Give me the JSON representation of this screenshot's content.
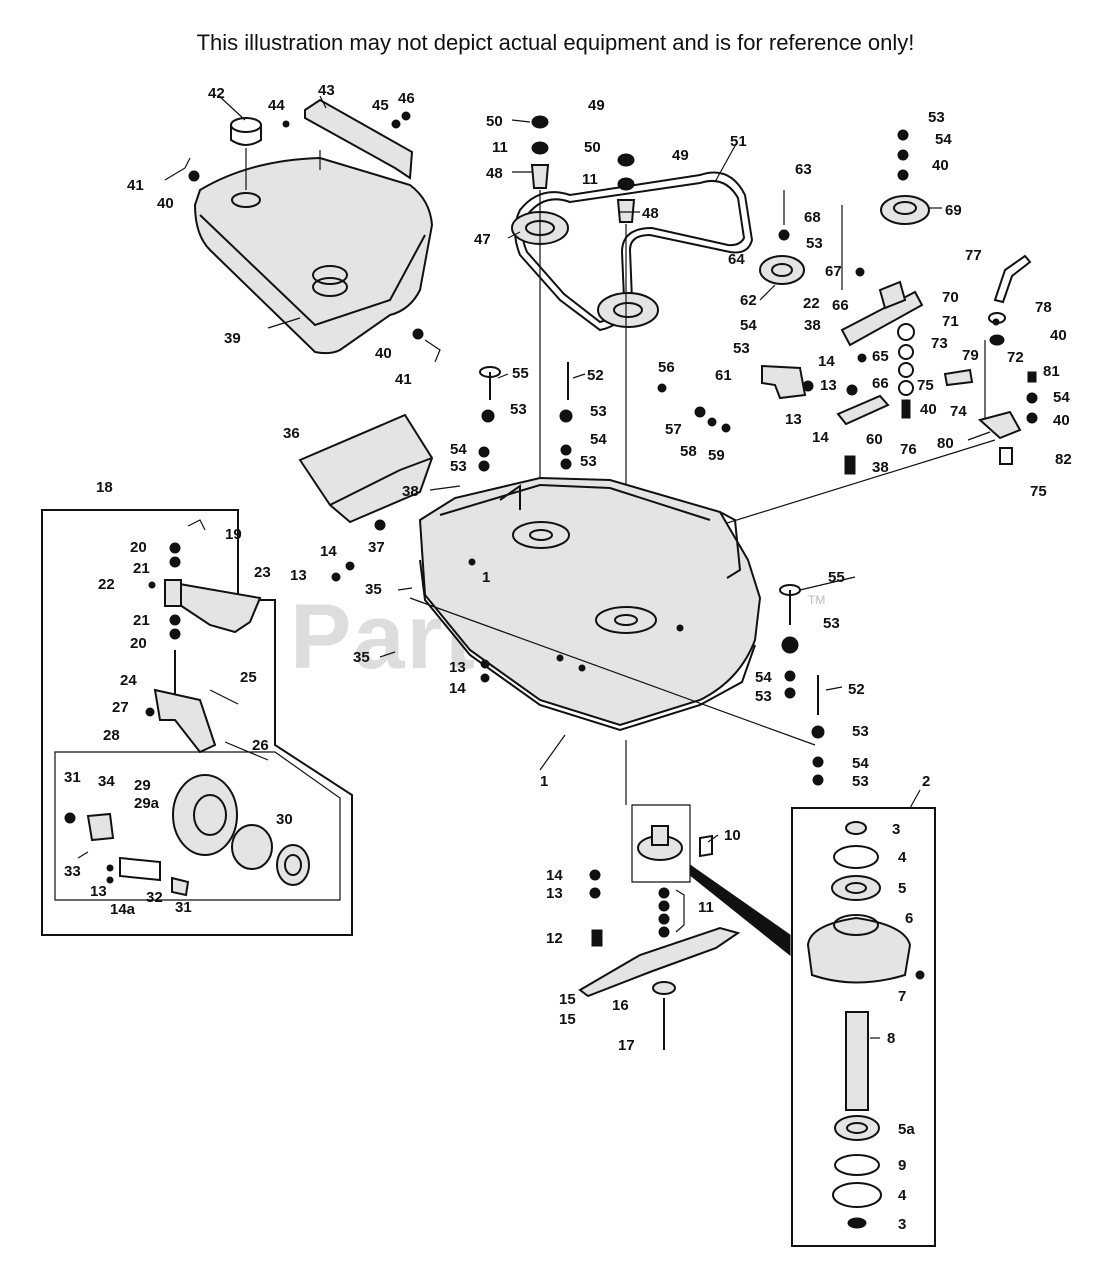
{
  "disclaimer": "This illustration may not depict actual equipment and is for reference only!",
  "watermark": "PartsTree",
  "watermark_mark": "TM",
  "callouts": [
    {
      "id": "c42",
      "text": "42"
    },
    {
      "id": "c43",
      "text": "43"
    },
    {
      "id": "c44",
      "text": "44"
    },
    {
      "id": "c45",
      "text": "45"
    },
    {
      "id": "c46",
      "text": "46"
    },
    {
      "id": "c41a",
      "text": "41"
    },
    {
      "id": "c40a",
      "text": "40"
    },
    {
      "id": "c39",
      "text": "39"
    },
    {
      "id": "c40b",
      "text": "40"
    },
    {
      "id": "c41b",
      "text": "41"
    },
    {
      "id": "c50a",
      "text": "50"
    },
    {
      "id": "c49a",
      "text": "49"
    },
    {
      "id": "c11a",
      "text": "11"
    },
    {
      "id": "c48a",
      "text": "48"
    },
    {
      "id": "c50b",
      "text": "50"
    },
    {
      "id": "c49b",
      "text": "49"
    },
    {
      "id": "c51",
      "text": "51"
    },
    {
      "id": "c11b",
      "text": "11"
    },
    {
      "id": "c48b",
      "text": "48"
    },
    {
      "id": "c47",
      "text": "47"
    },
    {
      "id": "c63",
      "text": "63"
    },
    {
      "id": "c68",
      "text": "68"
    },
    {
      "id": "c53a",
      "text": "53"
    },
    {
      "id": "c64",
      "text": "64"
    },
    {
      "id": "c62",
      "text": "62"
    },
    {
      "id": "c53b",
      "text": "53"
    },
    {
      "id": "c54a",
      "text": "54"
    },
    {
      "id": "c40c",
      "text": "40"
    },
    {
      "id": "c69",
      "text": "69"
    },
    {
      "id": "c67",
      "text": "67"
    },
    {
      "id": "c77",
      "text": "77"
    },
    {
      "id": "c22a",
      "text": "22"
    },
    {
      "id": "c66a",
      "text": "66"
    },
    {
      "id": "c70",
      "text": "70"
    },
    {
      "id": "c78",
      "text": "78"
    },
    {
      "id": "c54b",
      "text": "54"
    },
    {
      "id": "c38a",
      "text": "38"
    },
    {
      "id": "c71",
      "text": "71"
    },
    {
      "id": "c40d",
      "text": "40"
    },
    {
      "id": "c53c",
      "text": "53"
    },
    {
      "id": "c65",
      "text": "65"
    },
    {
      "id": "c73",
      "text": "73"
    },
    {
      "id": "c79",
      "text": "79"
    },
    {
      "id": "c72",
      "text": "72"
    },
    {
      "id": "c81",
      "text": "81"
    },
    {
      "id": "c61",
      "text": "61"
    },
    {
      "id": "c14a",
      "text": "14"
    },
    {
      "id": "c13a",
      "text": "13"
    },
    {
      "id": "c66b",
      "text": "66"
    },
    {
      "id": "c75a",
      "text": "75"
    },
    {
      "id": "c54c",
      "text": "54"
    },
    {
      "id": "c40e",
      "text": "40"
    },
    {
      "id": "c74",
      "text": "74"
    },
    {
      "id": "c40f",
      "text": "40"
    },
    {
      "id": "c13b",
      "text": "13"
    },
    {
      "id": "c14b",
      "text": "14"
    },
    {
      "id": "c60",
      "text": "60"
    },
    {
      "id": "c76",
      "text": "76"
    },
    {
      "id": "c80",
      "text": "80"
    },
    {
      "id": "c82",
      "text": "82"
    },
    {
      "id": "c38b",
      "text": "38"
    },
    {
      "id": "c75b",
      "text": "75"
    },
    {
      "id": "c55a",
      "text": "55"
    },
    {
      "id": "c52a",
      "text": "52"
    },
    {
      "id": "c56",
      "text": "56"
    },
    {
      "id": "c53d",
      "text": "53"
    },
    {
      "id": "c53e",
      "text": "53"
    },
    {
      "id": "c57",
      "text": "57"
    },
    {
      "id": "c54d",
      "text": "54"
    },
    {
      "id": "c58",
      "text": "58"
    },
    {
      "id": "c59",
      "text": "59"
    },
    {
      "id": "c53f",
      "text": "53"
    },
    {
      "id": "c54e",
      "text": "54"
    },
    {
      "id": "c53g",
      "text": "53"
    },
    {
      "id": "c36",
      "text": "36"
    },
    {
      "id": "c38c",
      "text": "38"
    },
    {
      "id": "c37",
      "text": "37"
    },
    {
      "id": "c14c",
      "text": "14"
    },
    {
      "id": "c13c",
      "text": "13"
    },
    {
      "id": "c35a",
      "text": "35"
    },
    {
      "id": "c1a",
      "text": "1"
    },
    {
      "id": "c35b",
      "text": "35"
    },
    {
      "id": "c13d",
      "text": "13"
    },
    {
      "id": "c14d",
      "text": "14"
    },
    {
      "id": "c1b",
      "text": "1"
    },
    {
      "id": "c55b",
      "text": "55"
    },
    {
      "id": "c53h",
      "text": "53"
    },
    {
      "id": "c54f",
      "text": "54"
    },
    {
      "id": "c53i",
      "text": "53"
    },
    {
      "id": "c52b",
      "text": "52"
    },
    {
      "id": "c53j",
      "text": "53"
    },
    {
      "id": "c54g",
      "text": "54"
    },
    {
      "id": "c53k",
      "text": "53"
    },
    {
      "id": "c18",
      "text": "18"
    },
    {
      "id": "c19",
      "text": "19"
    },
    {
      "id": "c20a",
      "text": "20"
    },
    {
      "id": "c21a",
      "text": "21"
    },
    {
      "id": "c22b",
      "text": "22"
    },
    {
      "id": "c23",
      "text": "23"
    },
    {
      "id": "c21b",
      "text": "21"
    },
    {
      "id": "c20b",
      "text": "20"
    },
    {
      "id": "c24",
      "text": "24"
    },
    {
      "id": "c25",
      "text": "25"
    },
    {
      "id": "c27",
      "text": "27"
    },
    {
      "id": "c28",
      "text": "28"
    },
    {
      "id": "c26",
      "text": "26"
    },
    {
      "id": "c31a",
      "text": "31"
    },
    {
      "id": "c34",
      "text": "34"
    },
    {
      "id": "c29",
      "text": "29"
    },
    {
      "id": "c29a",
      "text": "29a"
    },
    {
      "id": "c30",
      "text": "30"
    },
    {
      "id": "c33",
      "text": "33"
    },
    {
      "id": "c13e",
      "text": "13"
    },
    {
      "id": "c14e",
      "text": "14a"
    },
    {
      "id": "c32",
      "text": "32"
    },
    {
      "id": "c31b",
      "text": "31"
    },
    {
      "id": "c10",
      "text": "10"
    },
    {
      "id": "c14f",
      "text": "14"
    },
    {
      "id": "c13f",
      "text": "13"
    },
    {
      "id": "c11c",
      "text": "11"
    },
    {
      "id": "c12",
      "text": "12"
    },
    {
      "id": "c15a",
      "text": "15"
    },
    {
      "id": "c15b",
      "text": "15"
    },
    {
      "id": "c16",
      "text": "16"
    },
    {
      "id": "c17",
      "text": "17"
    },
    {
      "id": "c2",
      "text": "2"
    },
    {
      "id": "c3a",
      "text": "3"
    },
    {
      "id": "c4a",
      "text": "4"
    },
    {
      "id": "c5",
      "text": "5"
    },
    {
      "id": "c6",
      "text": "6"
    },
    {
      "id": "c7",
      "text": "7"
    },
    {
      "id": "c8",
      "text": "8"
    },
    {
      "id": "c5a",
      "text": "5a"
    },
    {
      "id": "c9",
      "text": "9"
    },
    {
      "id": "c4b",
      "text": "4"
    },
    {
      "id": "c3b",
      "text": "3"
    }
  ]
}
